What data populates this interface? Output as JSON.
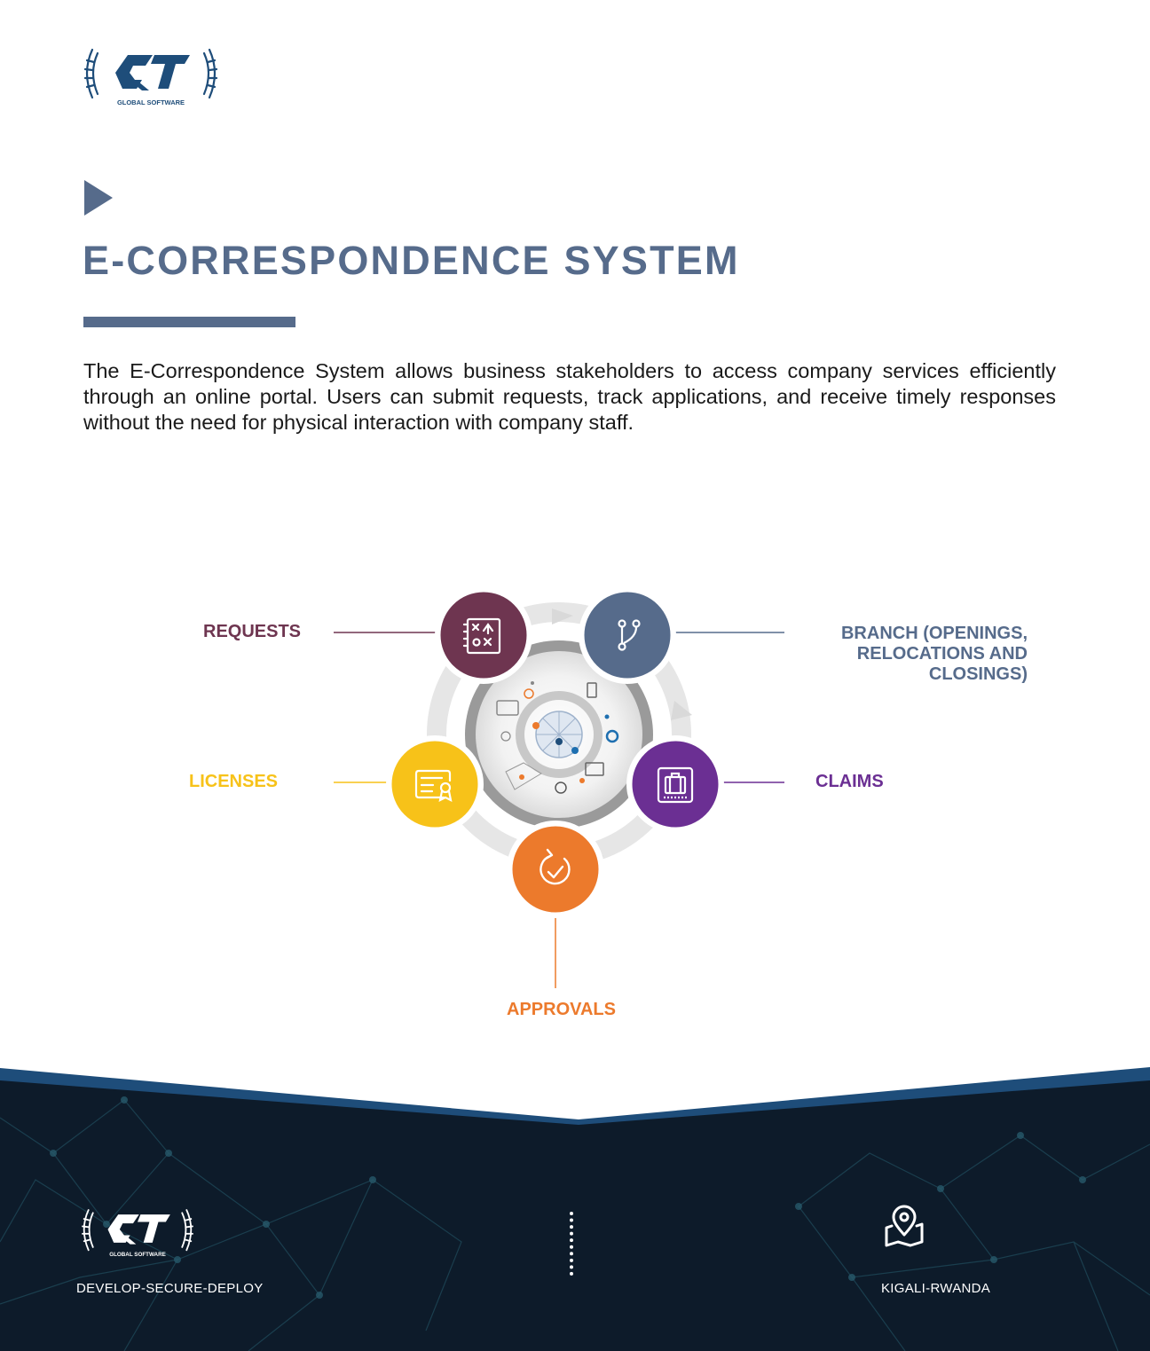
{
  "brand": {
    "name": "GLOBAL SOFTWARE",
    "mark": "QT",
    "colors": {
      "primary": "#566b8b",
      "dark_navy": "#0d1b2a",
      "accent_blue": "#1e4d7a"
    }
  },
  "header": {
    "icon": "play-triangle-icon",
    "title": "E-CORRESPONDENCE SYSTEM"
  },
  "description": "The E-Correspondence System allows business stakeholders to access company services efficiently through an online portal. Users can submit requests, track applications, and receive timely responses without the need for physical interaction with company staff.",
  "diagram": {
    "items": [
      {
        "label": "REQUESTS",
        "color": "#6e3550",
        "icon": "checklist-icon"
      },
      {
        "label": "BRANCH (OPENINGS, RELOCATIONS AND CLOSINGS)",
        "color": "#566b8b",
        "icon": "git-branch-icon"
      },
      {
        "label": "LICENSES",
        "color": "#f7c219",
        "icon": "certificate-icon"
      },
      {
        "label": "CLAIMS",
        "color": "#6b2f93",
        "icon": "briefcase-icon"
      },
      {
        "label": "APPROVALS",
        "color": "#ec7a2c",
        "icon": "refresh-check-icon"
      }
    ]
  },
  "footer": {
    "tagline": "DEVELOP-SECURE-DEPLOY",
    "location": "KIGALI-RWANDA",
    "location_icon": "map-pin-icon"
  }
}
